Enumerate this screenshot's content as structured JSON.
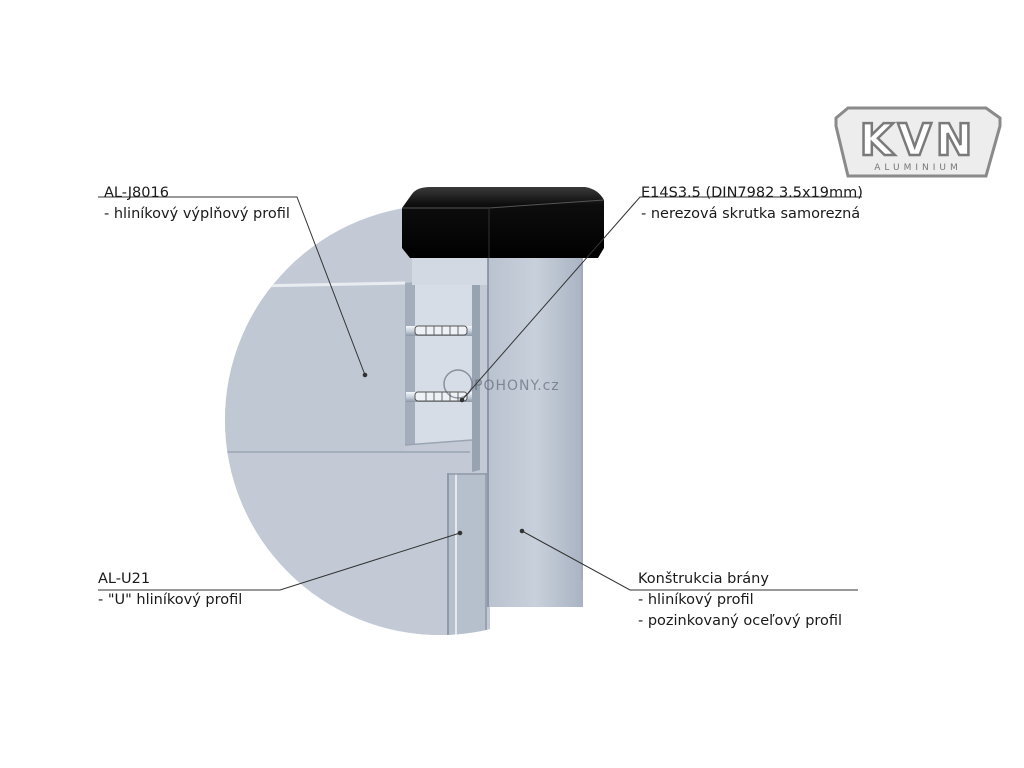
{
  "logo": {
    "text": "KVN",
    "subtext": "ALUMINIUM"
  },
  "watermark": {
    "text": "POHONY.cz"
  },
  "callouts": {
    "fill_profile": {
      "code": "AL-J8016",
      "desc": "- hliníkový výplňový profil"
    },
    "screw": {
      "code": "E14S3.5 (DIN7982 3.5x19mm)",
      "desc": "- nerezová skrutka samorezná"
    },
    "u_profile": {
      "code": "AL-U21",
      "desc": "- \"U\" hliníkový profil"
    },
    "gate_frame": {
      "title": "Konštrukcia brány",
      "line1": "- hliníkový profil",
      "line2": "- pozinkovaný oceľový profil"
    }
  }
}
